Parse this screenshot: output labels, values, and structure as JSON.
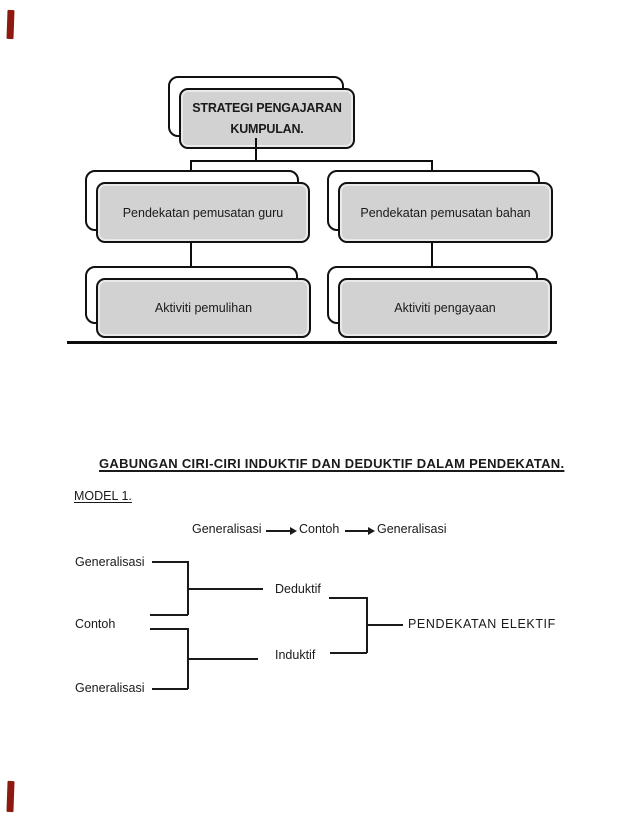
{
  "document": {
    "orgChart": {
      "rootLine1": "STRATEGI PENGAJARAN",
      "rootLine2": "KUMPULAN.",
      "level2Left": "Pendekatan pemusatan guru",
      "level2Right": "Pendekatan pemusatan bahan",
      "level3Left": "Aktiviti pemulihan",
      "level3Right": "Aktiviti pengayaan"
    },
    "section": {
      "heading": "GABUNGAN CIRI-CIRI INDUKTIF DAN DEDUKTIF DALAM PENDEKATAN.",
      "modelLabel": "MODEL 1."
    },
    "model": {
      "seq1": "Generalisasi",
      "seq2": "Contoh",
      "seq3": "Generalisasi",
      "left1": "Generalisasi",
      "left2": "Contoh",
      "left3": "Generalisasi",
      "deduktif": "Deduktif",
      "induktif": "Induktif",
      "result": "PENDEKATAN ELEKTIF"
    },
    "colors": {
      "boxFill": "#d2d2d2",
      "boxBorder": "#111111",
      "lineColor": "#1a1a1a",
      "accentRed": "#8e1a0f"
    }
  }
}
